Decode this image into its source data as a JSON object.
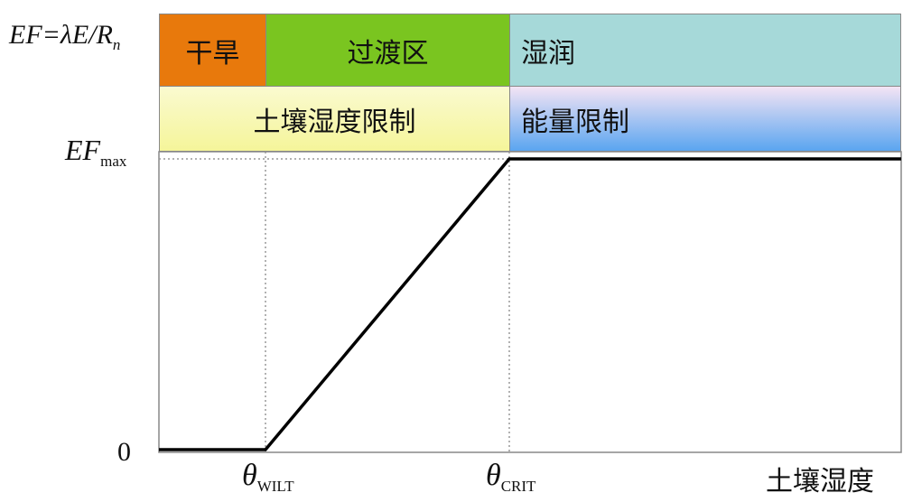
{
  "formula": {
    "lhs": "EF",
    "eq": "=λE/",
    "den": "R",
    "den_sub": "n"
  },
  "zones": {
    "dry": "干旱",
    "transition": "过渡区",
    "wet": "湿润"
  },
  "limits": {
    "soil_moisture": "土壤湿度限制",
    "energy": "能量限制"
  },
  "y_axis": {
    "ef_max_main": "EF",
    "ef_max_sub": "max",
    "zero": "0"
  },
  "x_axis": {
    "theta_symbol": "θ",
    "wilt_sub": "WILT",
    "crit_sub": "CRIT",
    "label": "土壤湿度"
  },
  "colors": {
    "dry": "#e8790c",
    "transition": "#7ac520",
    "wet": "#a6d9d9",
    "soil_limit": "#f5f59a",
    "energy_top": "#f2e3f2",
    "energy_bottom": "#5aa5f0"
  }
}
